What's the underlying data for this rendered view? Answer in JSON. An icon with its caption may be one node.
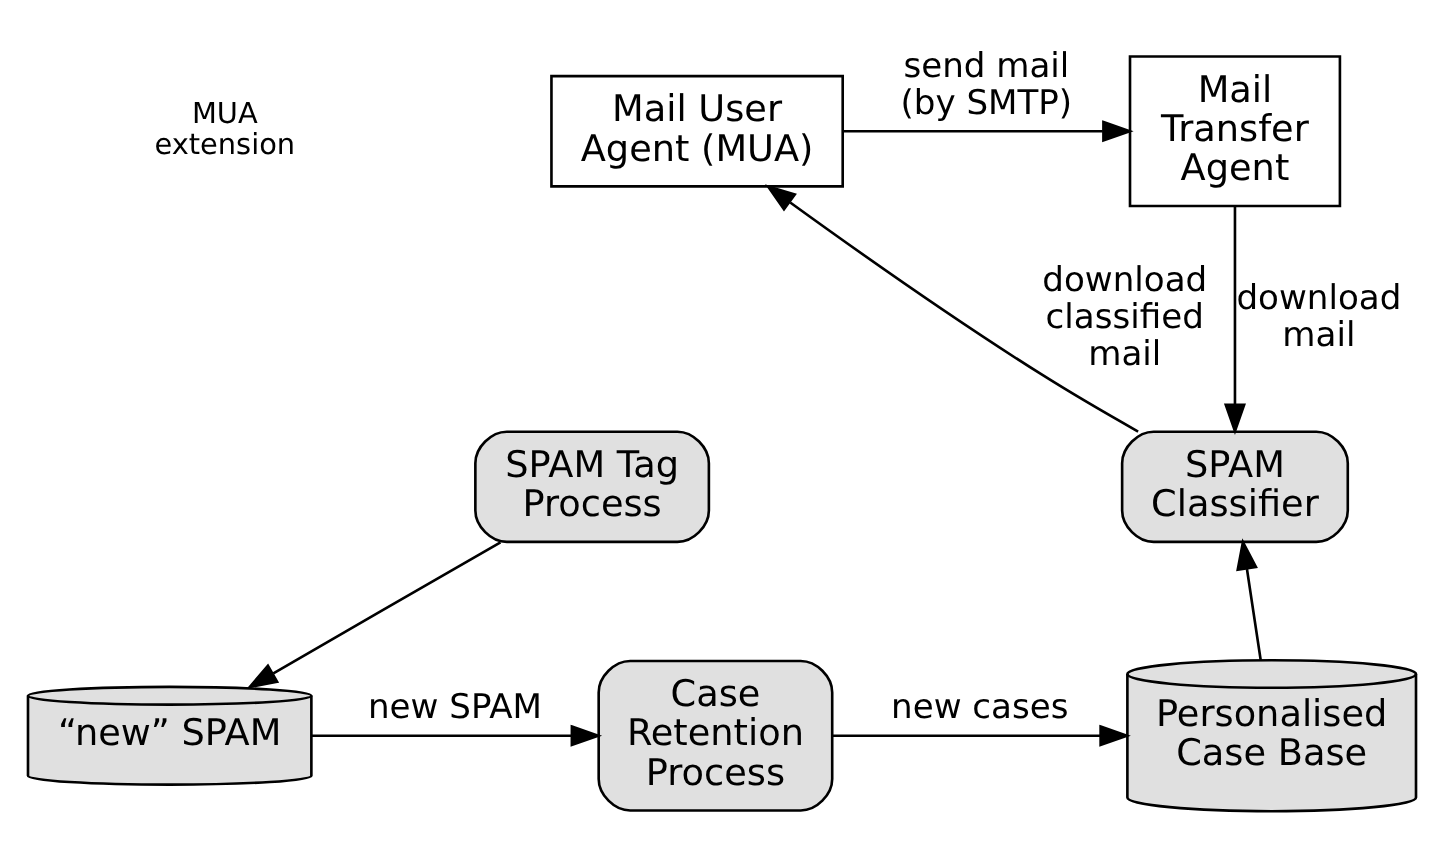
{
  "diagram": {
    "nodes": [
      {
        "text": [
          "Mail User Agent (MUA)"
        ]
      },
      {
        "text": [
          "Mail Transfer Agent"
        ]
      },
      {
        "text": [
          "SPAM Tag Process"
        ]
      },
      {
        "text": [
          "SPAM Classifier"
        ]
      },
      {
        "text": [
          "“new” SPAM"
        ]
      },
      {
        "text": [
          "Case Retention Process"
        ]
      },
      {
        "text": [
          "Personalised Case Base"
        ]
      }
    ],
    "edges": [
      {
        "from": 0,
        "to": 1,
        "arrow": "to",
        "label": "send mail (by SMTP)"
      },
      {
        "from": 1,
        "to": 3,
        "arrow": "to",
        "label": "download mail"
      },
      {
        "from": 3,
        "to": 0,
        "arrow": "to",
        "label": "download classified mail"
      },
      {
        "from": 2,
        "to": 4,
        "arrow": "to"
      },
      {
        "from": 4,
        "to": 5,
        "arrow": "to",
        "label": "new SPAM"
      },
      {
        "from": 5,
        "to": 6,
        "arrow": "to",
        "label": "new cases"
      },
      {
        "from": 6,
        "to": 3,
        "arrow": "to"
      }
    ],
    "labels": [
      "MUA extension"
    ]
  }
}
